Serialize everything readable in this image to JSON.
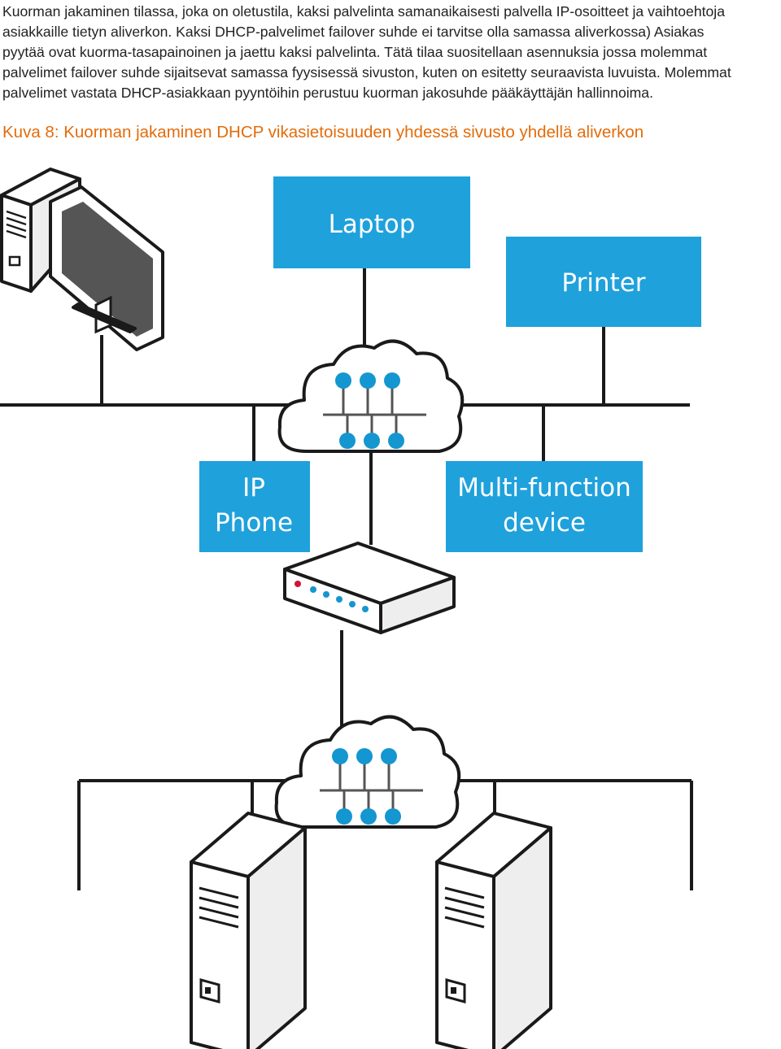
{
  "paragraph": {
    "lines": [
      "Kuorman jakaminen tilassa, joka on oletustila, kaksi palvelinta samanaikaisesti palvella IP-osoitteet ja vaihtoehtoja",
      "asiakkaille tietyn aliverkon. Kaksi DHCP-palvelimet failover suhde ei tarvitse olla samassa aliverkossa) Asiakas",
      "pyytää ovat kuorma-tasapainoinen ja jaettu kaksi palvelinta. Tätä tilaa suositellaan asennuksia jossa molemmat",
      "palvelimet failover suhde sijaitsevat samassa fyysisessä sivuston, kuten on esitetty seuraavista luvuista. Molemmat",
      "palvelimet vastata DHCP-asiakkaan pyyntöihin perustuu kuorman jakosuhde pääkäyttäjän hallinnoima."
    ]
  },
  "caption": "Kuva 8: Kuorman jakaminen DHCP vikasietoisuuden yhdessä sivusto yhdellä aliverkon",
  "diagram": {
    "colors": {
      "box": "#1fa1dc",
      "node": "#1496d0",
      "line": "#1a1a1a",
      "device_fill": "#ffffff"
    },
    "devices": {
      "laptop": "Laptop",
      "printer": "Printer",
      "ip_phone": [
        "IP",
        "Phone"
      ],
      "mfd": [
        "Multi-function",
        "device"
      ]
    },
    "icons": [
      "desktop-computer-icon",
      "network-cloud-icon",
      "router-icon",
      "server-tower-icon"
    ]
  }
}
